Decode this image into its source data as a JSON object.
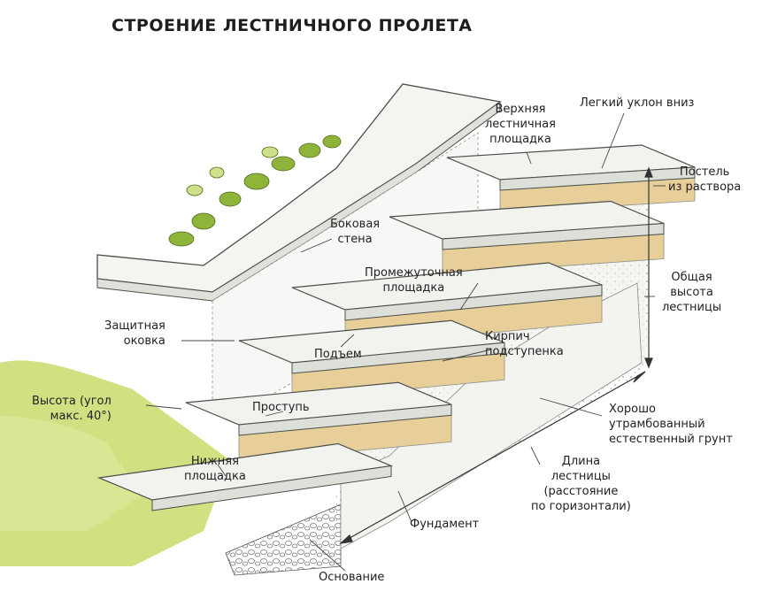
{
  "title": "СТРОЕНИЕ ЛЕСТНИЧНОГО ПРОЛЕТА",
  "labels": {
    "upper_landing": "Верхняя\nлестничная\nплощадка",
    "slight_slope": "Легкий уклон вниз",
    "mortar_bed": "Постель\nиз раствора",
    "side_wall": "Боковая\nстена",
    "mid_landing": "Промежуточная\nплощадка",
    "total_height": "Общая\nвысота\nлестницы",
    "edging": "Защитная\nоковка",
    "riser": "Подъем",
    "riser_brick": "Кирпич\nподступенка",
    "height_angle": "Высота (угол\nмакс. 40°)",
    "tread": "Проступь",
    "compacted_soil": "Хорошо\nутрамбованный\nестественный грунт",
    "lower_landing": "Нижняя\nплощадка",
    "stair_length": "Длина\nлестницы\n(расстояние\nпо горизонтали)",
    "foundation": "Фундамент",
    "base": "Основание"
  },
  "colors": {
    "slab": "#f1f3ee",
    "slab_edge": "#8a8f86",
    "brick": "#e8cf9a",
    "mortar": "#d9d2bd",
    "ground": "#e7e9e3",
    "grass": "#b6d34a",
    "leaves": "#8fb43a",
    "line": "#4a4f49"
  }
}
